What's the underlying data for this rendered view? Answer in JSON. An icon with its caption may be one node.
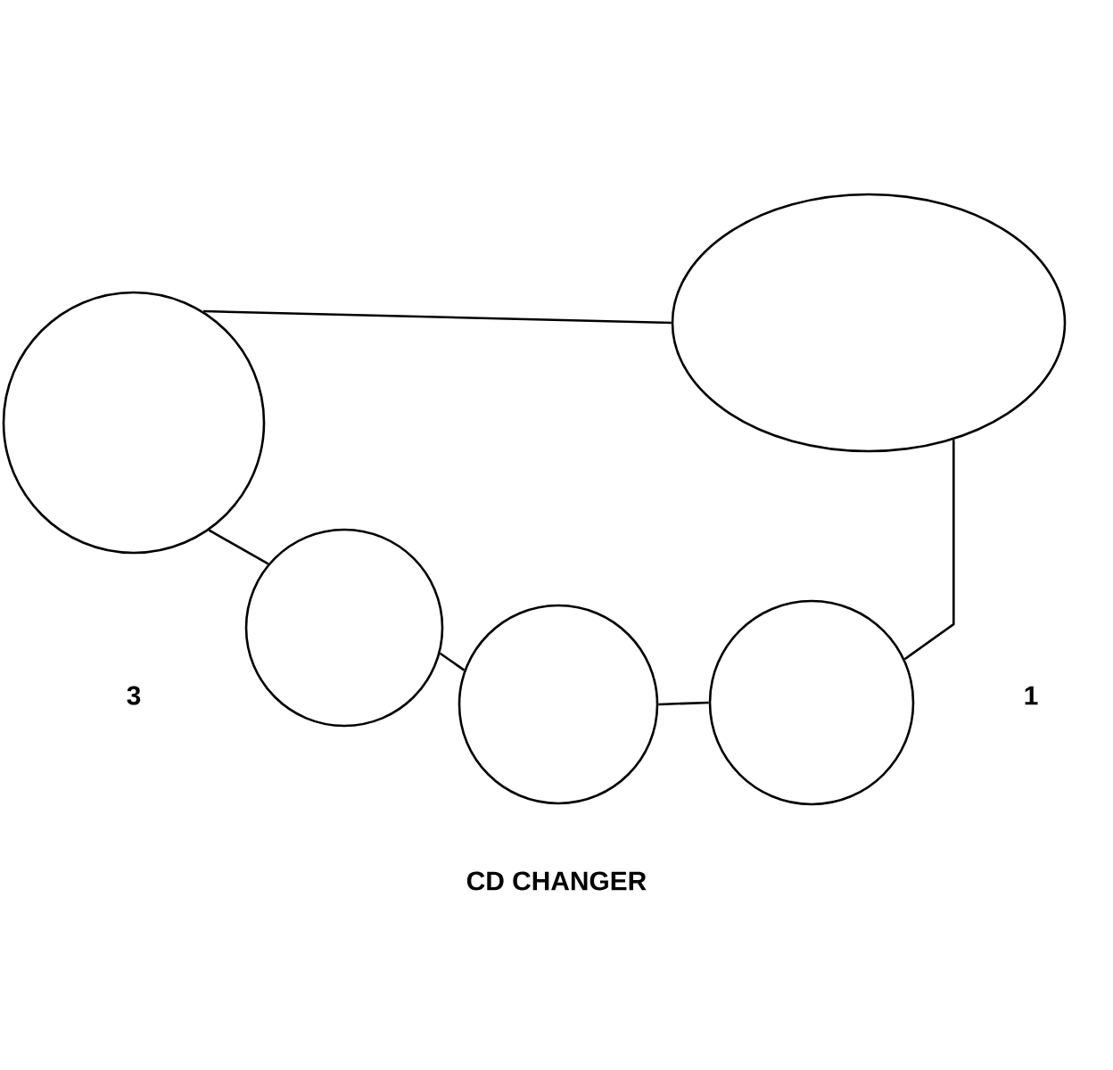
{
  "diagram": {
    "nodes": [
      {
        "text": [],
        "shape": "circle"
      },
      {
        "text": [],
        "shape": "circle"
      },
      {
        "text": [],
        "shape": "circle"
      },
      {
        "text": [],
        "shape": "circle"
      },
      {
        "text": [],
        "shape": "ellipse"
      }
    ],
    "edges": [
      {
        "from": 4,
        "to": 0,
        "arrow": "none"
      },
      {
        "from": 0,
        "to": 1,
        "arrow": "none"
      },
      {
        "from": 1,
        "to": 2,
        "arrow": "none"
      },
      {
        "from": 2,
        "to": 3,
        "arrow": "none"
      },
      {
        "from": 3,
        "to": 4,
        "arrow": "none"
      }
    ],
    "labels": [
      "3",
      "1",
      "CD CHANGER"
    ]
  }
}
